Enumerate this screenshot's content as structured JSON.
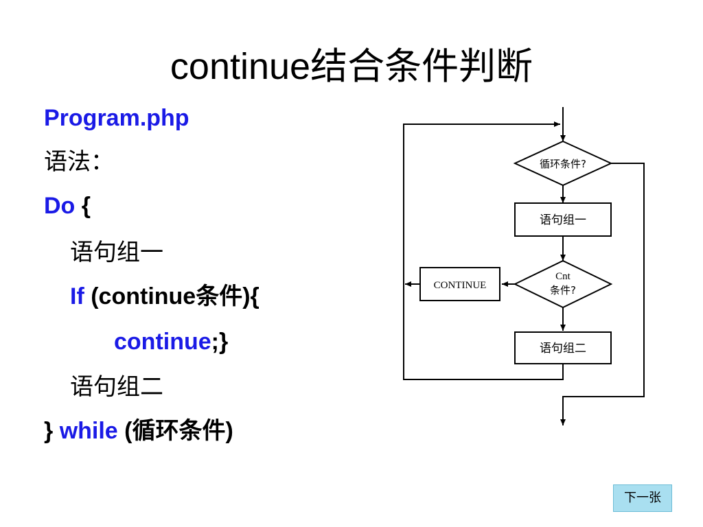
{
  "title": "continue结合条件判断",
  "code": {
    "file": "Program.php",
    "syntax": "语法：",
    "do_kw": "Do",
    "brace_open": " {",
    "stmt1": "语句组一",
    "if_kw": "If",
    "if_cond": " (continue条件){",
    "continue_kw": "continue",
    "continue_tail": ";}",
    "stmt2": "语句组二",
    "brace_close": "} ",
    "while_kw": "while",
    "while_cond": " (循环条件)"
  },
  "flowchart": {
    "loop_cond": "循环条件?",
    "stmt1": "语句组一",
    "cnt_line1": "Cnt",
    "cnt_line2": "条件?",
    "continue_box": "CONTINUE",
    "stmt2": "语句组二"
  },
  "next_button": "下一张"
}
